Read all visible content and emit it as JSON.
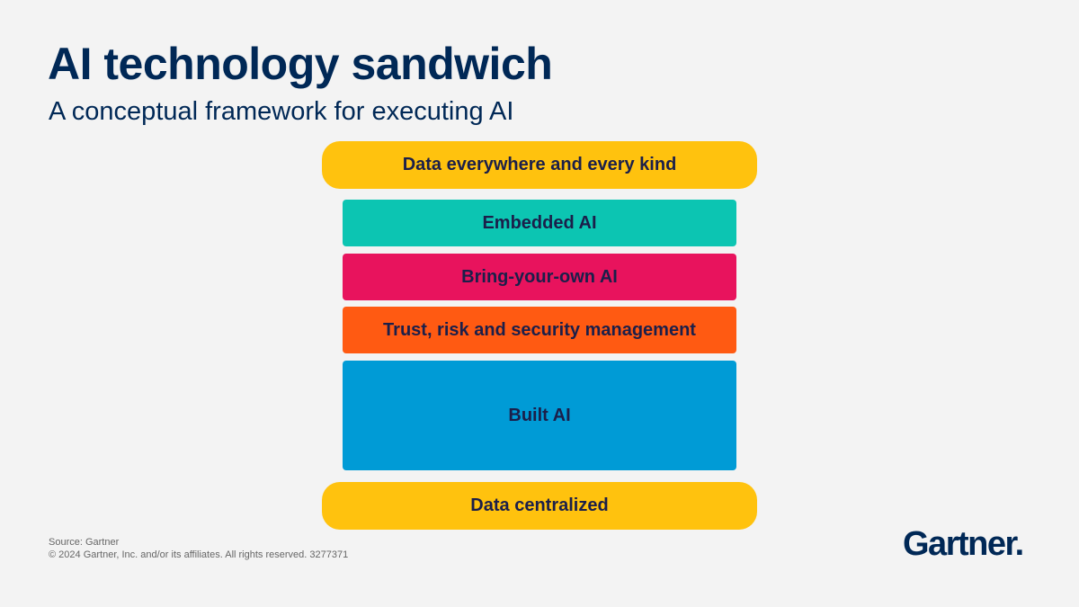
{
  "title": "AI technology sandwich",
  "subtitle": "A conceptual framework for executing AI",
  "layers": [
    {
      "label": "Data everywhere and every kind",
      "color": "#ffc20e"
    },
    {
      "label": "Embedded AI",
      "color": "#0cc5b2"
    },
    {
      "label": "Bring-your-own AI",
      "color": "#e8135d"
    },
    {
      "label": "Trust, risk and security management",
      "color": "#ff5a12"
    },
    {
      "label": "Built AI",
      "color": "#009bd6"
    },
    {
      "label": "Data centralized",
      "color": "#ffc20e"
    }
  ],
  "footer": {
    "source": "Source: Gartner",
    "copyright": "© 2024 Gartner, Inc. and/or its affiliates. All rights reserved. 3277371"
  },
  "logo": {
    "text": "Gartner",
    "mark": "."
  }
}
